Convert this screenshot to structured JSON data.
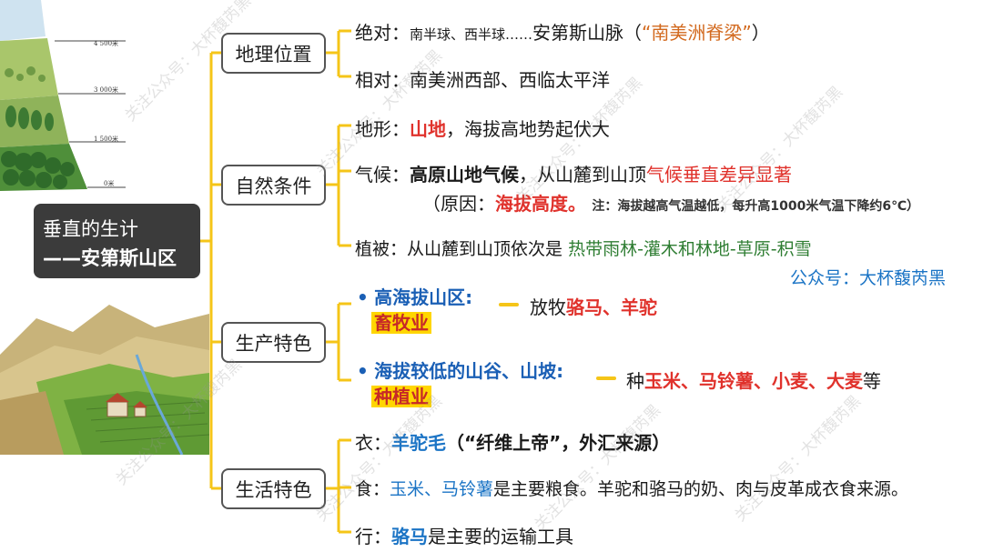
{
  "watermark": "关注公众号：大杯馥芮黑",
  "illustration_top": {
    "altitudes": [
      "4 500米",
      "3 000米",
      "1 500米",
      "0米"
    ]
  },
  "central": {
    "line1": "垂直的生计",
    "line2": "——安第斯山区"
  },
  "categories": {
    "geo": "地理位置",
    "nature": "自然条件",
    "production": "生产特色",
    "life": "生活特色"
  },
  "geo": {
    "absolute_label": "绝对：",
    "absolute_small": "南半球、西半球……",
    "absolute_main": "安第斯山脉（",
    "absolute_quote": "“南美洲脊梁”",
    "absolute_close": "）",
    "relative_label": "相对：",
    "relative_text": "南美洲西部、西临太平洋"
  },
  "nature": {
    "terrain_label": "地形：",
    "terrain_key": "山地",
    "terrain_text": "，海拔高地势起伏大",
    "climate_label": "气候：",
    "climate_key": "高原山地气候",
    "climate_text": "，从山麓到山顶",
    "climate_red": "气候垂直差异显著",
    "reason_open": "（原因：",
    "reason_key": "海拔高度。",
    "reason_note": "注：海拔越高气温越低，每升高1000米气温下降约6℃）",
    "veg_label": "植被：",
    "veg_text": "从山麓到山顶依次是",
    "veg_key": "热带雨林-灌木和林地-草原-积雪",
    "public": "公众号：大杯馥芮黑"
  },
  "production": {
    "high_bullet": "•",
    "high_title": "高海拔山区:",
    "high_tag": "畜牧业",
    "high_text": "放牧",
    "high_key": "骆马、羊驼",
    "low_bullet": "•",
    "low_title": "海拔较低的山谷、山坡:",
    "low_tag": "种植业",
    "low_text": "种",
    "low_key": "玉米、马铃薯、小麦、大麦",
    "low_end": "等"
  },
  "life": {
    "clothing_label": "衣：",
    "clothing_key": "羊驼毛",
    "clothing_text": "（“纤维上帝”，外汇来源）",
    "food_label": "食：",
    "food_key": "玉米、马铃薯",
    "food_text": "是主要粮食。羊驼和骆马的奶、肉与皮革成衣食来源。",
    "travel_label": "行：",
    "travel_key": "骆马",
    "travel_text": "是主要的运输工具"
  }
}
